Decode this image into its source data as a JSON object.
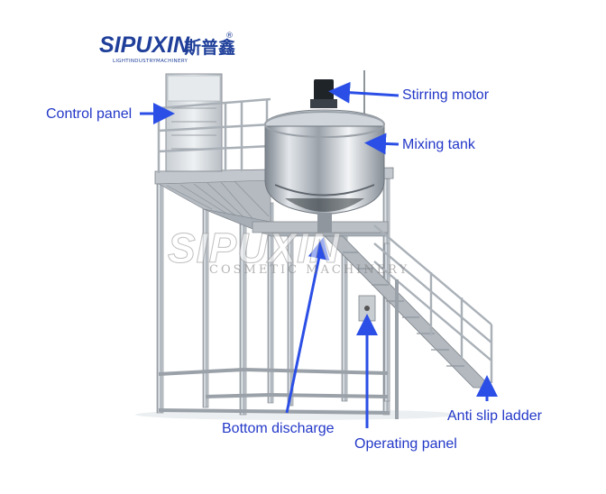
{
  "brand": {
    "name": "SIPUXIN",
    "chinese_name": "斯普鑫",
    "registered_mark": "®",
    "tagline": "LIGHTINDUSTRYMACHINERY"
  },
  "labels": {
    "control_panel": "Control panel",
    "stirring_motor": "Stirring motor",
    "mixing_tank": "Mixing tank",
    "bottom_discharge": "Bottom discharge",
    "operating_panel": "Operating panel",
    "anti_slip_ladder": "Anti slip ladder"
  },
  "watermark": {
    "text": "SIPUXIN",
    "subtext": "COSMETIC MACHINERY"
  },
  "colors": {
    "label": "#2338c8",
    "arrow": "#2b4fe6",
    "brand": "#1f3f9a",
    "steel": "#b9bfc6"
  }
}
